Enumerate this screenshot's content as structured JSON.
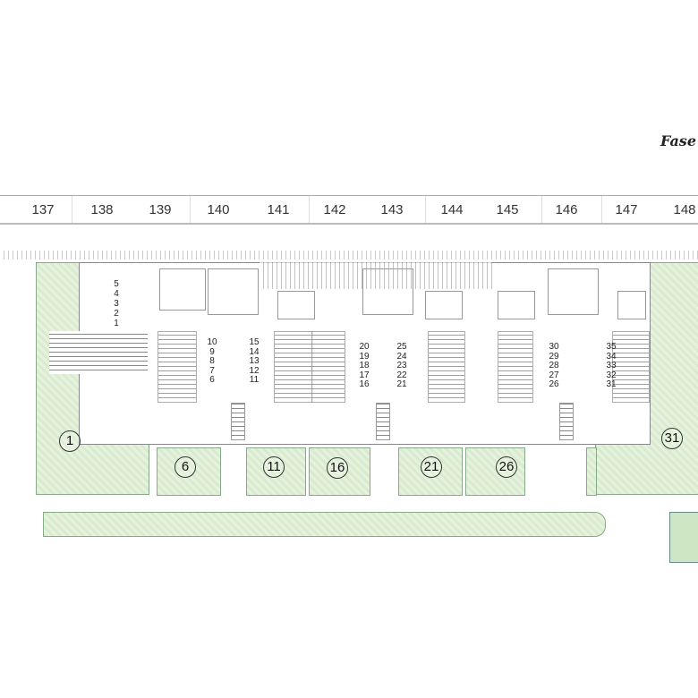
{
  "title": "Fase",
  "ruler": [
    "137",
    "138",
    "139",
    "140",
    "141",
    "142",
    "143",
    "144",
    "145",
    "146",
    "147",
    "148"
  ],
  "unit_stacks": [
    [
      "5",
      "4",
      "3",
      "2",
      "1"
    ],
    [
      "10",
      "9",
      "8",
      "7",
      "6"
    ],
    [
      "15",
      "14",
      "13",
      "12",
      "11"
    ],
    [
      "20",
      "19",
      "18",
      "17",
      "16"
    ],
    [
      "25",
      "24",
      "23",
      "22",
      "21"
    ],
    [
      "30",
      "29",
      "28",
      "27",
      "26"
    ],
    [
      "35",
      "34",
      "33",
      "32",
      "31"
    ]
  ],
  "gardens": [
    "1",
    "6",
    "11",
    "16",
    "21",
    "26",
    "31"
  ]
}
